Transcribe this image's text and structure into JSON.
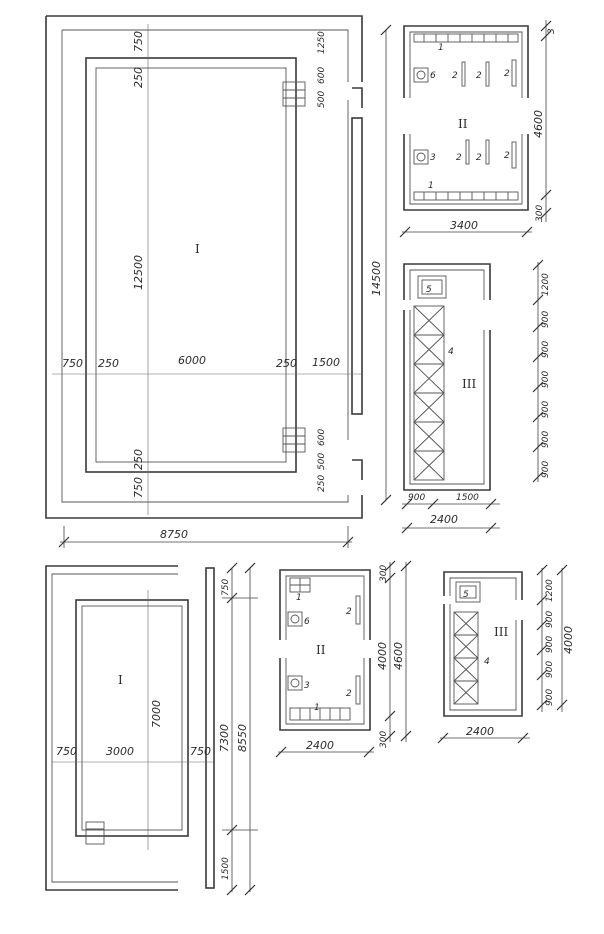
{
  "plan_large": {
    "room_label": "I",
    "dims": {
      "top_offset": "750",
      "inner_top": "250",
      "length": "12500",
      "bottom_inner": "250",
      "bottom_offset": "750",
      "left_offset": "750",
      "left_inner": "250",
      "width": "6000",
      "right_inner": "250",
      "right_offset": "1500",
      "total_length": "14500",
      "total_width": "8750",
      "stair_top_a": "1250",
      "stair_top_b": "600",
      "stair_top_c": "500",
      "stair_bot_a": "600",
      "stair_bot_b": "500",
      "stair_bot_c": "250"
    }
  },
  "plan_ii_large": {
    "room_label": "II",
    "marks": [
      "1",
      "6",
      "2",
      "2",
      "2",
      "3",
      "2",
      "2",
      "2",
      "1"
    ],
    "dims": {
      "top": "3",
      "height": "4600",
      "bottom": "300",
      "width": "3400"
    }
  },
  "plan_iii_large": {
    "room_label": "III",
    "marks": [
      "5",
      "4"
    ],
    "dims": {
      "v": [
        "1200",
        "900",
        "900",
        "900",
        "900",
        "900",
        "900"
      ],
      "left": "900",
      "right": "1500",
      "width": "2400"
    }
  },
  "plan_small": {
    "room_label": "I",
    "dims": {
      "length": "7000",
      "left_offset": "750",
      "width": "3000",
      "right_offset": "750",
      "top_offset": "750",
      "total_a": "7300",
      "total_b": "8550",
      "bottom_offset": "1500"
    }
  },
  "plan_ii_small": {
    "room_label": "II",
    "marks": [
      "1",
      "6",
      "2",
      "3",
      "2",
      "1"
    ],
    "dims": {
      "top": "300",
      "inner": "4000",
      "total": "4600",
      "bottom": "300",
      "width": "2400"
    }
  },
  "plan_iii_small": {
    "room_label": "III",
    "marks": [
      "5",
      "4"
    ],
    "dims": {
      "v": [
        "1200",
        "900",
        "900",
        "900",
        "900"
      ],
      "total": "4000",
      "width": "2400"
    }
  }
}
